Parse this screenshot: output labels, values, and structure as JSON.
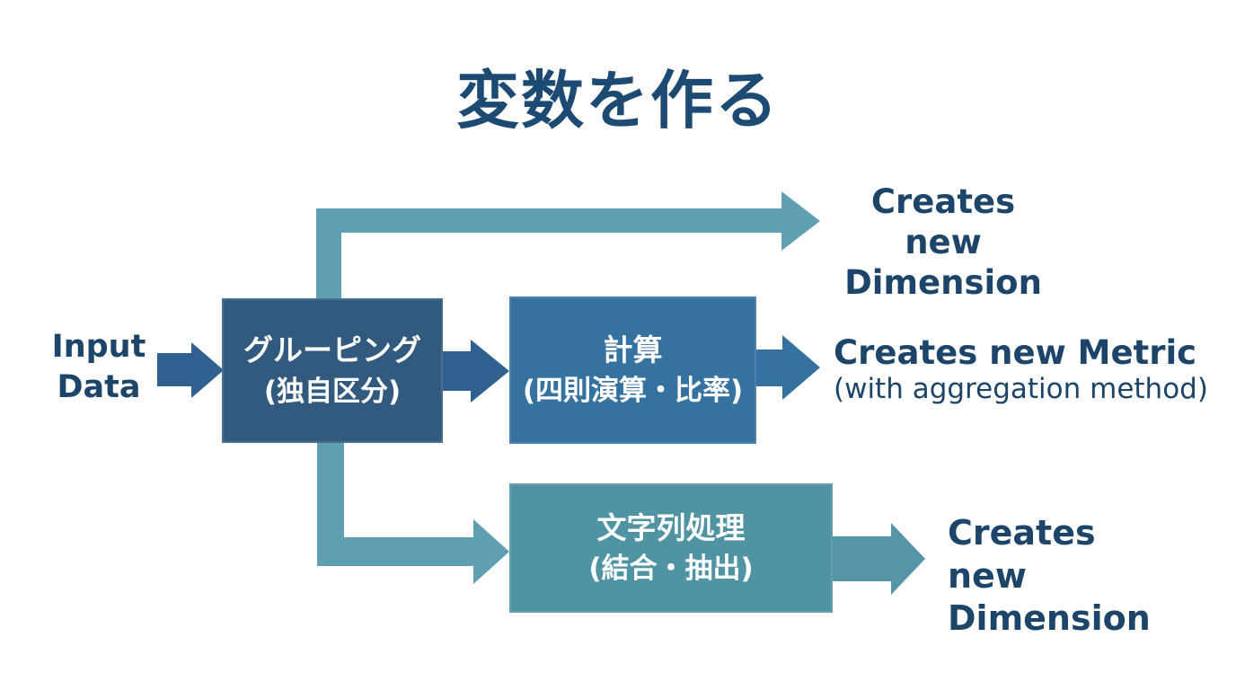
{
  "title": "変数を作る",
  "input": {
    "label": "Input\nData"
  },
  "boxes": {
    "grouping": {
      "line1": "グルーピング",
      "line2": "(独自区分)"
    },
    "calculation": {
      "line1": "計算",
      "line2": "(四則演算・比率)"
    },
    "string_processing": {
      "line1": "文字列処理",
      "line2": "(結合・抽出)"
    }
  },
  "outputs": {
    "top": {
      "line1": "Creates new",
      "line2": "Dimension"
    },
    "metric": {
      "line1": "Creates new Metric",
      "line2": "(with aggregation method)"
    },
    "bottom": {
      "line1": "Creates new",
      "line2": "Dimension"
    }
  },
  "colors": {
    "background": "#ffffff",
    "title_text": "#1c4a73",
    "label_text": "#1c4569",
    "box_text": "#ffffff",
    "box_grouping": "#315a7e",
    "box_calculation": "#3572a0",
    "box_string_processing": "#5093a3",
    "arrow_dark_blue": "#2f608f",
    "arrow_medium_blue": "#3572a0",
    "arrow_teal": "#5f9fb2",
    "arrow_teal_light": "#5496a7"
  }
}
